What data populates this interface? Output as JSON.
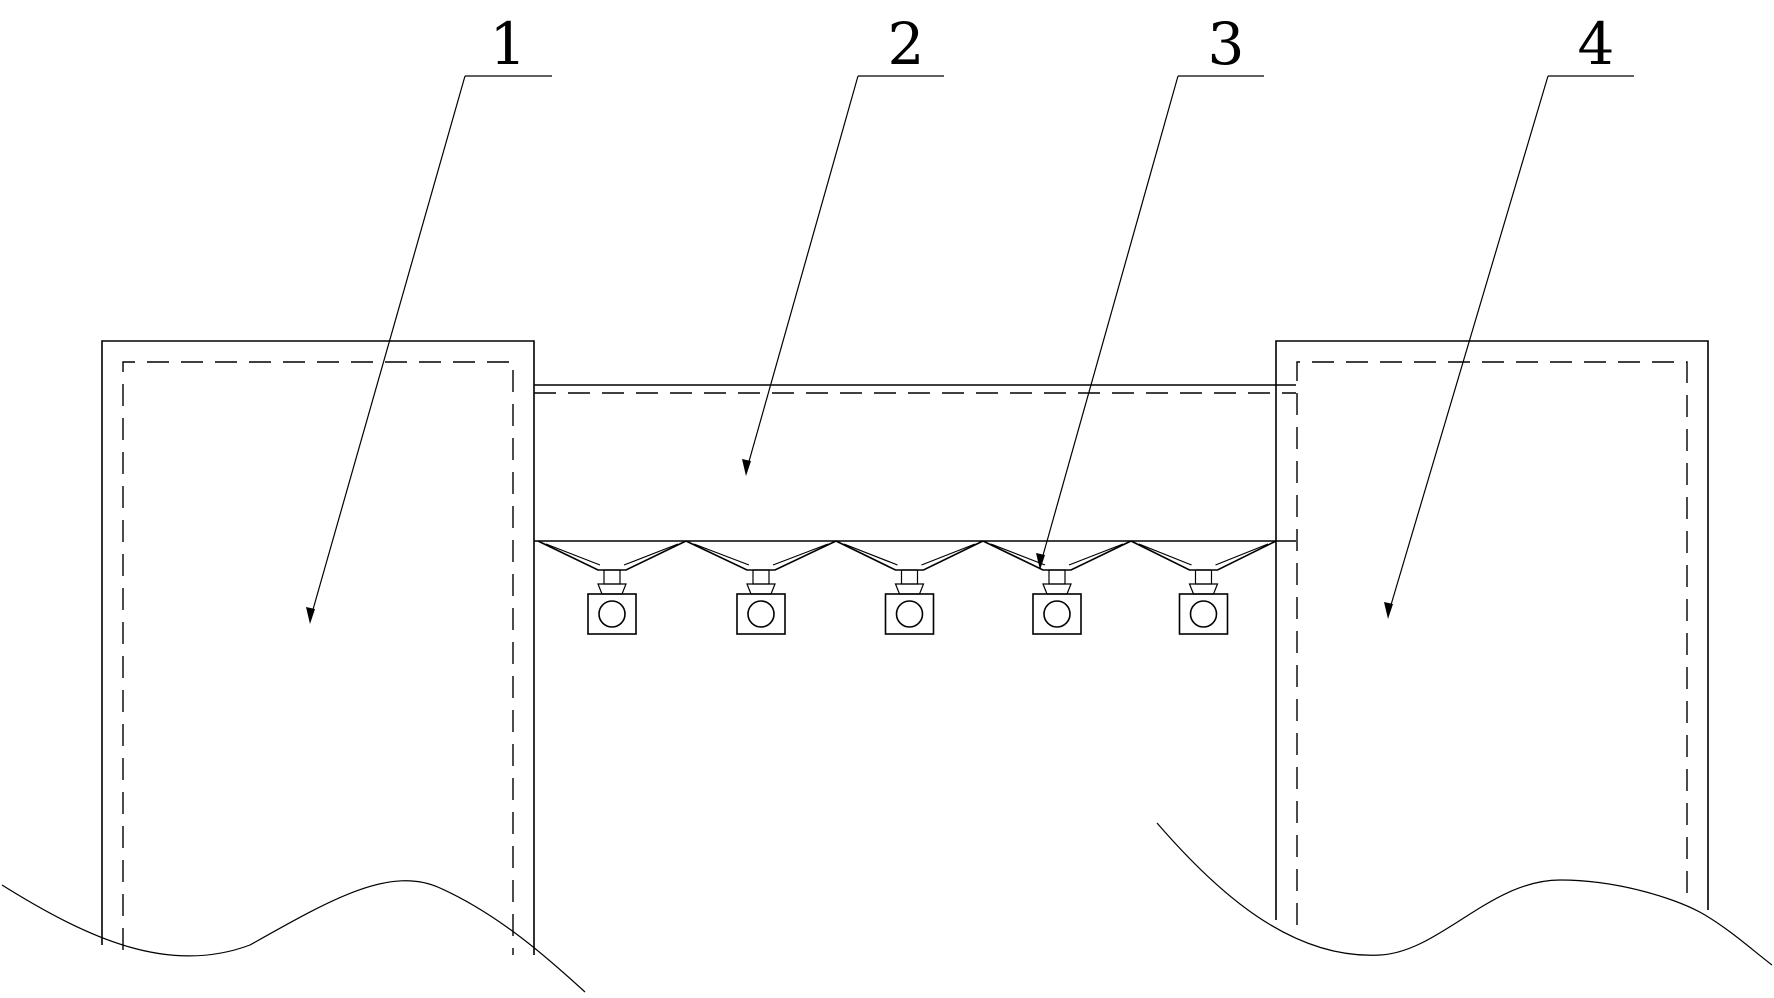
{
  "labels": {
    "container_left": "1",
    "channel": "2",
    "hopper_row": "3",
    "container_right": "4"
  },
  "colors": {
    "line": "#000000",
    "background": "#ffffff"
  }
}
